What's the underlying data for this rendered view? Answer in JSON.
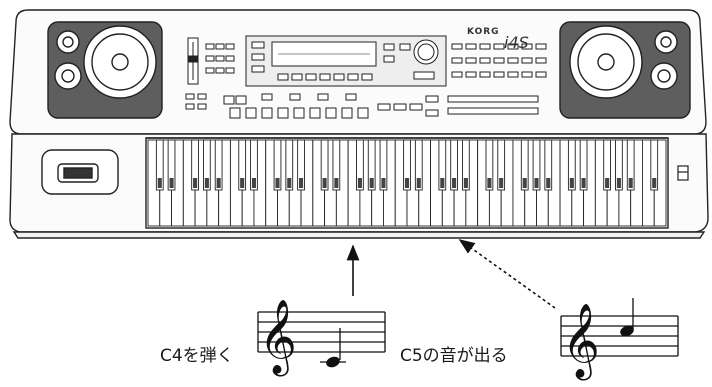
{
  "keyboard": {
    "brand": "KORG",
    "model": "i4S"
  },
  "captions": {
    "play": "C4を弾く",
    "sounds": "C5の音が出る"
  }
}
